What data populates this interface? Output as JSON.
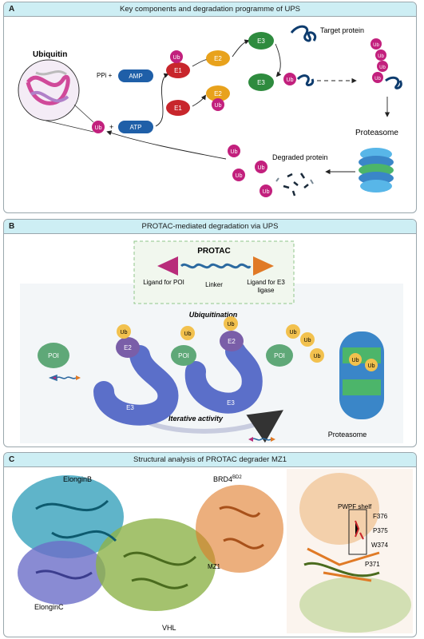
{
  "panelA": {
    "letter": "A",
    "title": "Key components and degradation programme of UPS",
    "ubiquitin_label": "Ubiquitin",
    "ppi": "PPi +",
    "amp": "AMP",
    "atp": "ATP",
    "plus": "+",
    "ub": "Ub",
    "e1": "E1",
    "e2": "E2",
    "e3": "E3",
    "target_protein": "Target protein",
    "proteasome": "Proteasome",
    "degraded_protein": "Degraded protein"
  },
  "panelB": {
    "letter": "B",
    "title": "PROTAC-mediated degradation via UPS",
    "protac": "PROTAC",
    "ligand_poi": "Ligand for POI",
    "linker": "Linker",
    "ligand_e3": "Ligand for E3 ligase",
    "ubiquitination": "Ubiquitination",
    "iterative": "Iterative activity",
    "poi": "POI",
    "e2": "E2",
    "e3": "E3",
    "ub": "Ub",
    "proteasome": "Proteasome"
  },
  "panelC": {
    "letter": "C",
    "title": "Structural analysis of PROTAC degrader MZ1",
    "elonginb": "ElonginB",
    "elonginc": "ElonginC",
    "brd4": "BRD4",
    "brd4_sup": "BD2",
    "mz1": "MZ1",
    "vhl": "VHL",
    "pwpf": "PWPF shelf",
    "f376": "F376",
    "p375": "P375",
    "w374": "W374",
    "p371": "P371"
  },
  "colors": {
    "header_bg": "#cdeef4",
    "ub_magenta": "#c2207d",
    "e1_red": "#c8262c",
    "e2_orange": "#e8a21c",
    "e3_green": "#2e8b3e",
    "atp_blue": "#1f5fa8",
    "proteasome_blue": "#4a8fd1",
    "e3_purple_blue": "#5b6fc9",
    "vhl_green": "#8db34a",
    "brd4_orange": "#e07a26",
    "elonginb_teal": "#2a9bb7",
    "elonginc_purple": "#6c6ec8"
  }
}
